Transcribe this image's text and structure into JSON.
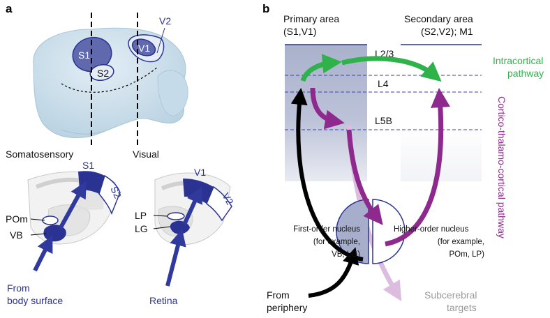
{
  "panel_a": {
    "letter": "a",
    "brain_labels": {
      "s1": "S1",
      "s2": "S2",
      "v1": "V1",
      "v2": "V2"
    },
    "section_labels": {
      "somatosensory": "Somatosensory",
      "visual": "Visual"
    },
    "somato_section": {
      "cortex_primary": "S1",
      "cortex_secondary": "S2",
      "thal_upper": "POm",
      "thal_lower": "VB",
      "input_line1": "From",
      "input_line2": "body surface"
    },
    "visual_section": {
      "cortex_primary": "V1",
      "cortex_secondary": "V2",
      "thal_upper": "LP",
      "thal_lower": "LG",
      "input": "Retina"
    }
  },
  "panel_b": {
    "letter": "b",
    "primary_title_1": "Primary area",
    "primary_title_2": "(S1,V1)",
    "secondary_title_1": "Secondary area",
    "secondary_title_2": "(S2,V2); M1",
    "layers": {
      "l23": "L2/3",
      "l4": "L4",
      "l5b": "L5B"
    },
    "intracortical_1": "Intracortical",
    "intracortical_2": "pathway",
    "ctc_pathway": "Cortico-thalamo-cortical pathway",
    "first_order_1": "First-order nucleus",
    "first_order_2": "(for example,",
    "first_order_3": "VB, LG)",
    "higher_order_1": "Higher-order nucleus",
    "higher_order_2": "(for example,",
    "higher_order_3": "POm, LP)",
    "periphery_1": "From",
    "periphery_2": "periphery",
    "subcerebral_1": "Subcerebral",
    "subcerebral_2": "targets"
  },
  "colors": {
    "area_blue": "#2a3392",
    "green": "#2fb24a",
    "purple": "#8e2a8e",
    "light_purple": "#d8b4dc",
    "brain": "#cde0ec"
  }
}
